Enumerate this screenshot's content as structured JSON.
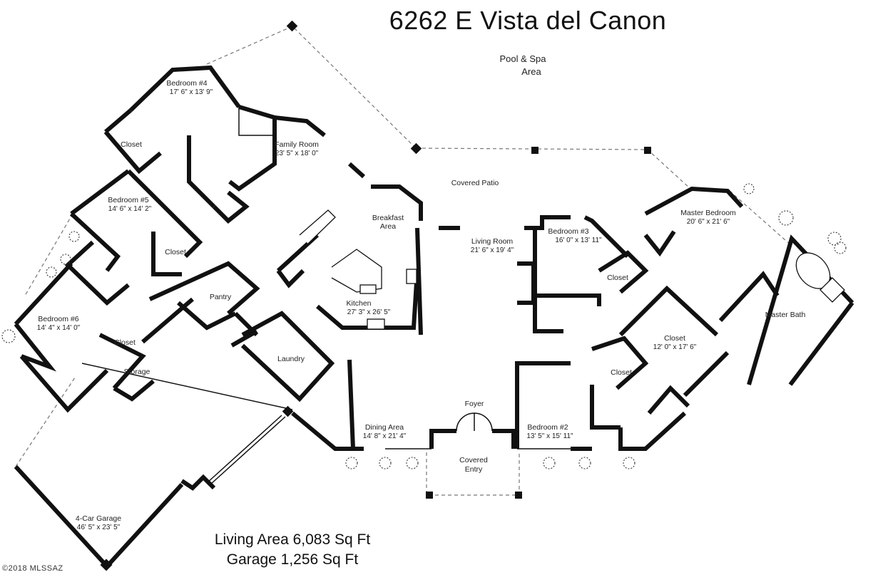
{
  "title": "6262 E Vista del Canon",
  "exterior": {
    "pool_line1": "Pool & Spa",
    "pool_line2": "Area",
    "covered_patio": "Covered Patio",
    "covered_entry_line1": "Covered",
    "covered_entry_line2": "Entry"
  },
  "rooms": {
    "bedroom4": {
      "name": "Bedroom #4",
      "dim": "17' 6\" x 13' 9\""
    },
    "closet_b4": {
      "name": "Closet"
    },
    "family_room": {
      "name": "Family Room",
      "dim": "23' 5\" x 18' 0\""
    },
    "bedroom5": {
      "name": "Bedroom #5",
      "dim": "14' 6\" x 14' 2\""
    },
    "closet_b5": {
      "name": "Closet"
    },
    "breakfast_line1": "Breakfast",
    "breakfast_line2": "Area",
    "living_room": {
      "name": "Living Room",
      "dim": "21' 6\" x 19' 4\""
    },
    "bedroom3": {
      "name": "Bedroom #3",
      "dim": "16' 0\" x 13' 11\""
    },
    "closet_b3": {
      "name": "Closet"
    },
    "master_bedroom": {
      "name": "Master Bedroom",
      "dim": "20' 6\" x 21' 6\""
    },
    "master_bath": {
      "name": "Master Bath"
    },
    "closet_master": {
      "name": "Closet",
      "dim": "12' 0\" x 17' 6\""
    },
    "closet_b2": {
      "name": "Closet"
    },
    "bedroom6": {
      "name": "Bedroom #6",
      "dim": "14' 4\" x 14' 0\""
    },
    "closet_b6": {
      "name": "Closet"
    },
    "pantry": {
      "name": "Pantry"
    },
    "kitchen": {
      "name": "Kitchen",
      "dim": "27' 3\" x 26' 5\""
    },
    "laundry": {
      "name": "Laundry"
    },
    "storage": {
      "name": "Storage"
    },
    "foyer": {
      "name": "Foyer"
    },
    "dining_area": {
      "name": "Dining Area",
      "dim": "14' 8\" x 21' 4\""
    },
    "bedroom2": {
      "name": "Bedroom #2",
      "dim": "13' 5\" x 15' 11\""
    },
    "garage": {
      "name": "4-Car Garage",
      "dim": "46' 5\" x 23' 5\""
    }
  },
  "summary": {
    "living_area": "Living Area 6,083 Sq Ft",
    "garage_area": "Garage 1,256 Sq Ft"
  },
  "copyright": "©2018 MLSSAZ"
}
